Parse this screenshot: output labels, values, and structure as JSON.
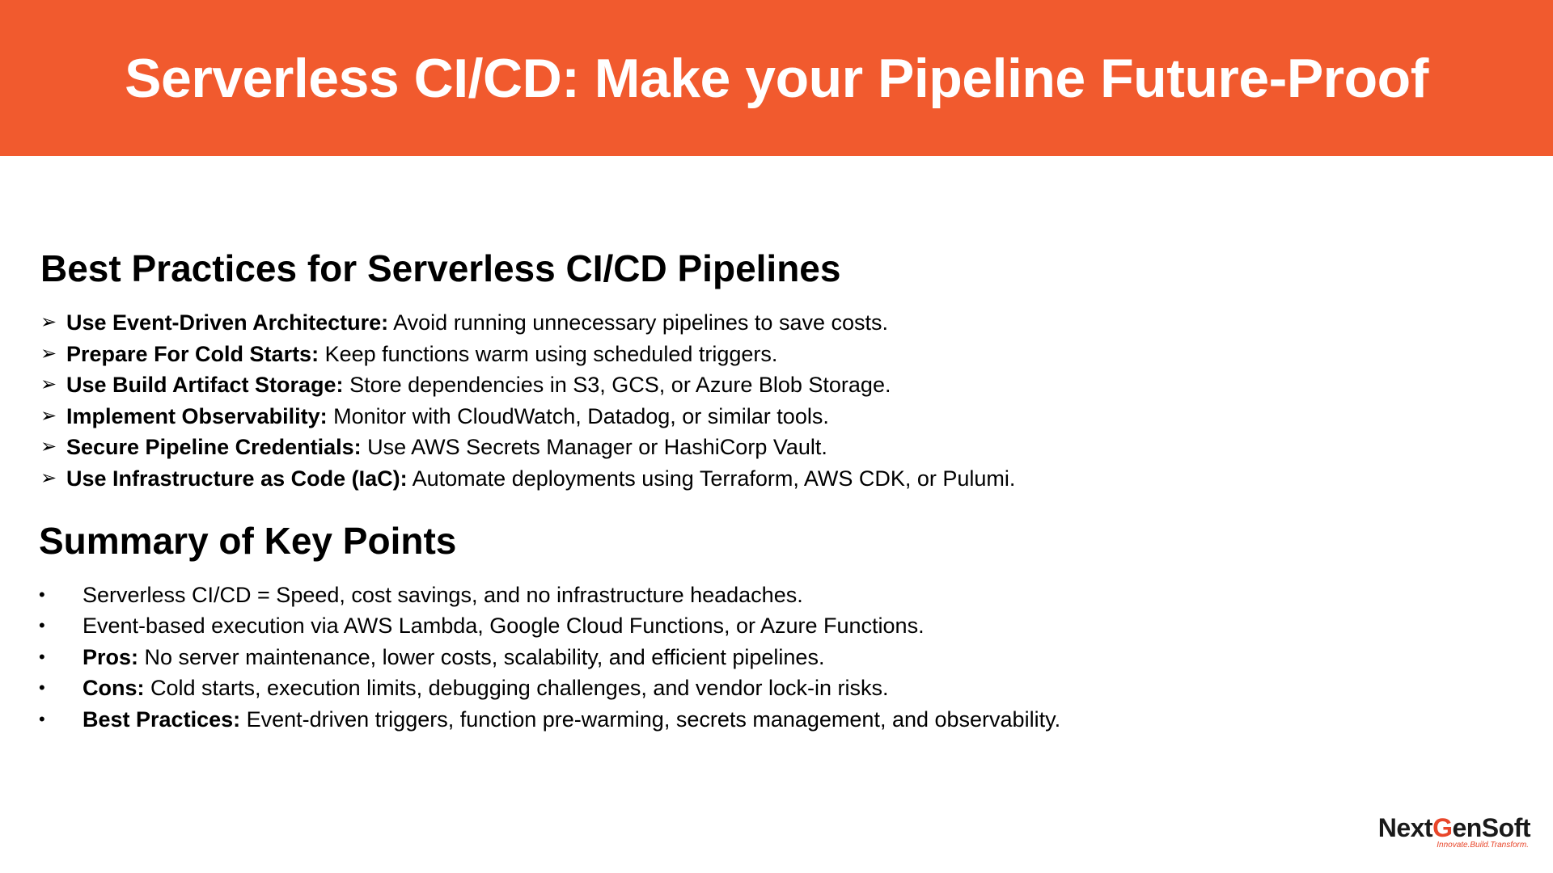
{
  "header": {
    "title": "Serverless CI/CD: Make your Pipeline Future-Proof",
    "background_color": "#F15A2E"
  },
  "best_practices": {
    "heading": "Best Practices for Serverless CI/CD Pipelines",
    "marker": "➢",
    "items": [
      {
        "term": "Use Event-Driven Architecture:",
        "text": " Avoid running unnecessary pipelines to save costs."
      },
      {
        "term": "Prepare For Cold Starts:",
        "text": " Keep functions warm using scheduled triggers."
      },
      {
        "term": "Use Build Artifact Storage:",
        "text": " Store dependencies in S3, GCS, or Azure Blob Storage."
      },
      {
        "term": "Implement Observability:",
        "text": " Monitor with CloudWatch, Datadog, or similar tools."
      },
      {
        "term": "Secure Pipeline Credentials:",
        "text": " Use AWS Secrets Manager or HashiCorp Vault."
      },
      {
        "term": "Use Infrastructure as Code (IaC):",
        "text": " Automate deployments using Terraform, AWS CDK, or Pulumi."
      }
    ]
  },
  "summary": {
    "heading": "Summary of Key Points",
    "marker": "•",
    "items": [
      {
        "term": "",
        "text": "Serverless CI/CD = Speed, cost savings, and no infrastructure headaches."
      },
      {
        "term": "",
        "text": "Event-based execution via AWS Lambda, Google Cloud Functions, or Azure Functions."
      },
      {
        "term": "Pros:",
        "text": " No server maintenance, lower costs, scalability, and efficient pipelines."
      },
      {
        "term": "Cons:",
        "text": " Cold starts, execution limits, debugging challenges, and vendor lock-in risks."
      },
      {
        "term": "Best Practices:",
        "text": " Event-driven triggers, function pre-warming, secrets management, and observability."
      }
    ]
  },
  "logo": {
    "part1": "Next",
    "part2": "G",
    "part3": "enSoft",
    "tagline": "Innovate.Build.Transform.",
    "accent_color": "#E8462A"
  }
}
